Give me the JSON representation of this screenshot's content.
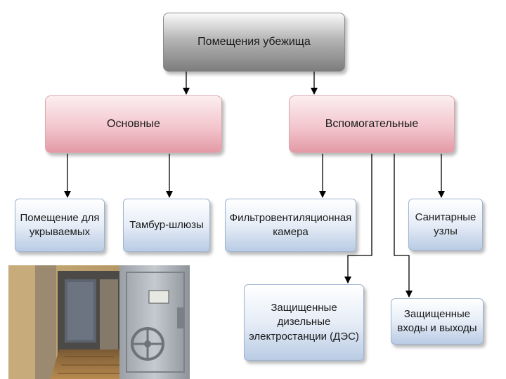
{
  "diagram": {
    "root": {
      "label": "Помещения убежища"
    },
    "categories": [
      {
        "id": "main",
        "label": "Основные"
      },
      {
        "id": "aux",
        "label": "Вспомогательные"
      }
    ],
    "leaves": [
      {
        "id": "shelter-room",
        "label": "Помещение для\nукрываемых",
        "parent": "main"
      },
      {
        "id": "airlocks",
        "label": "Тамбур-шлюзы",
        "parent": "main"
      },
      {
        "id": "filter-vent",
        "label": "Фильтровентиляционная\nкамера",
        "parent": "aux"
      },
      {
        "id": "sanitary",
        "label": "Санитарные\nузлы",
        "parent": "aux"
      },
      {
        "id": "diesel",
        "label": "Защищенные\nдизельные\nэлектростанции (ДЭС)",
        "parent": "aux"
      },
      {
        "id": "entrances",
        "label": "Защищенные\nвходы и выходы",
        "parent": "aux"
      }
    ]
  },
  "photo": {
    "subject": "shelter-blast-door",
    "icon": "hermetic-door-photo"
  }
}
